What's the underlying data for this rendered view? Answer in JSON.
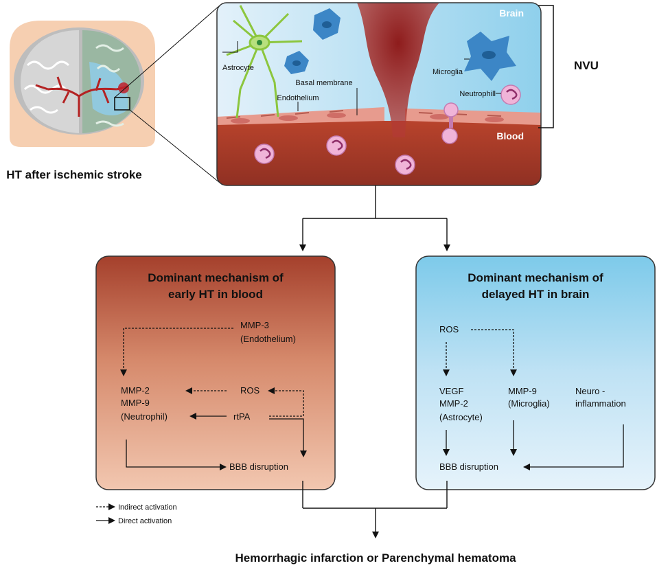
{
  "brain_caption": "HT after ischemic stroke",
  "scene": {
    "brain_label": "Brain",
    "blood_label": "Blood",
    "astrocyte": "Astrocyte",
    "basal_membrane": "Basal membrane",
    "endothelium": "Endothelium",
    "microglia": "Microglia",
    "neutrophil": "Neutrophill",
    "nvu": "NVU"
  },
  "early_box": {
    "title_line1": "Dominant mechanism of",
    "title_line2": "early HT in blood",
    "mmp3": "MMP-3",
    "mmp3_sub": "(Endothelium)",
    "mmp2": "MMP-2",
    "mmp9": "MMP-9",
    "neutrophil": "(Neutrophil)",
    "ros": "ROS",
    "rtpa": "rtPA",
    "bbb": "BBB disruption"
  },
  "delayed_box": {
    "title_line1": "Dominant mechanism of",
    "title_line2": "delayed HT in brain",
    "ros": "ROS",
    "vegf": "VEGF",
    "mmp2": "MMP-2",
    "astrocyte": "(Astrocyte)",
    "mmp9": "MMP-9",
    "microglia": "(Microglia)",
    "neuro1": "Neuro -",
    "neuro2": "inflammation",
    "bbb": "BBB disruption"
  },
  "legend": {
    "indirect": "Indirect activation",
    "direct": "Direct activation"
  },
  "outcome": "Hemorrhagic infarction or Parenchymal hematoma",
  "colors": {
    "blood_dark": "#9b3526",
    "blood_light": "#e8b39c",
    "brain_dark": "#7fc8e8",
    "brain_light": "#e4f2fb",
    "astrocyte_green": "#8cc63e",
    "microglia_blue": "#3c86c6",
    "neutrophil_pink": "#d890c4"
  }
}
